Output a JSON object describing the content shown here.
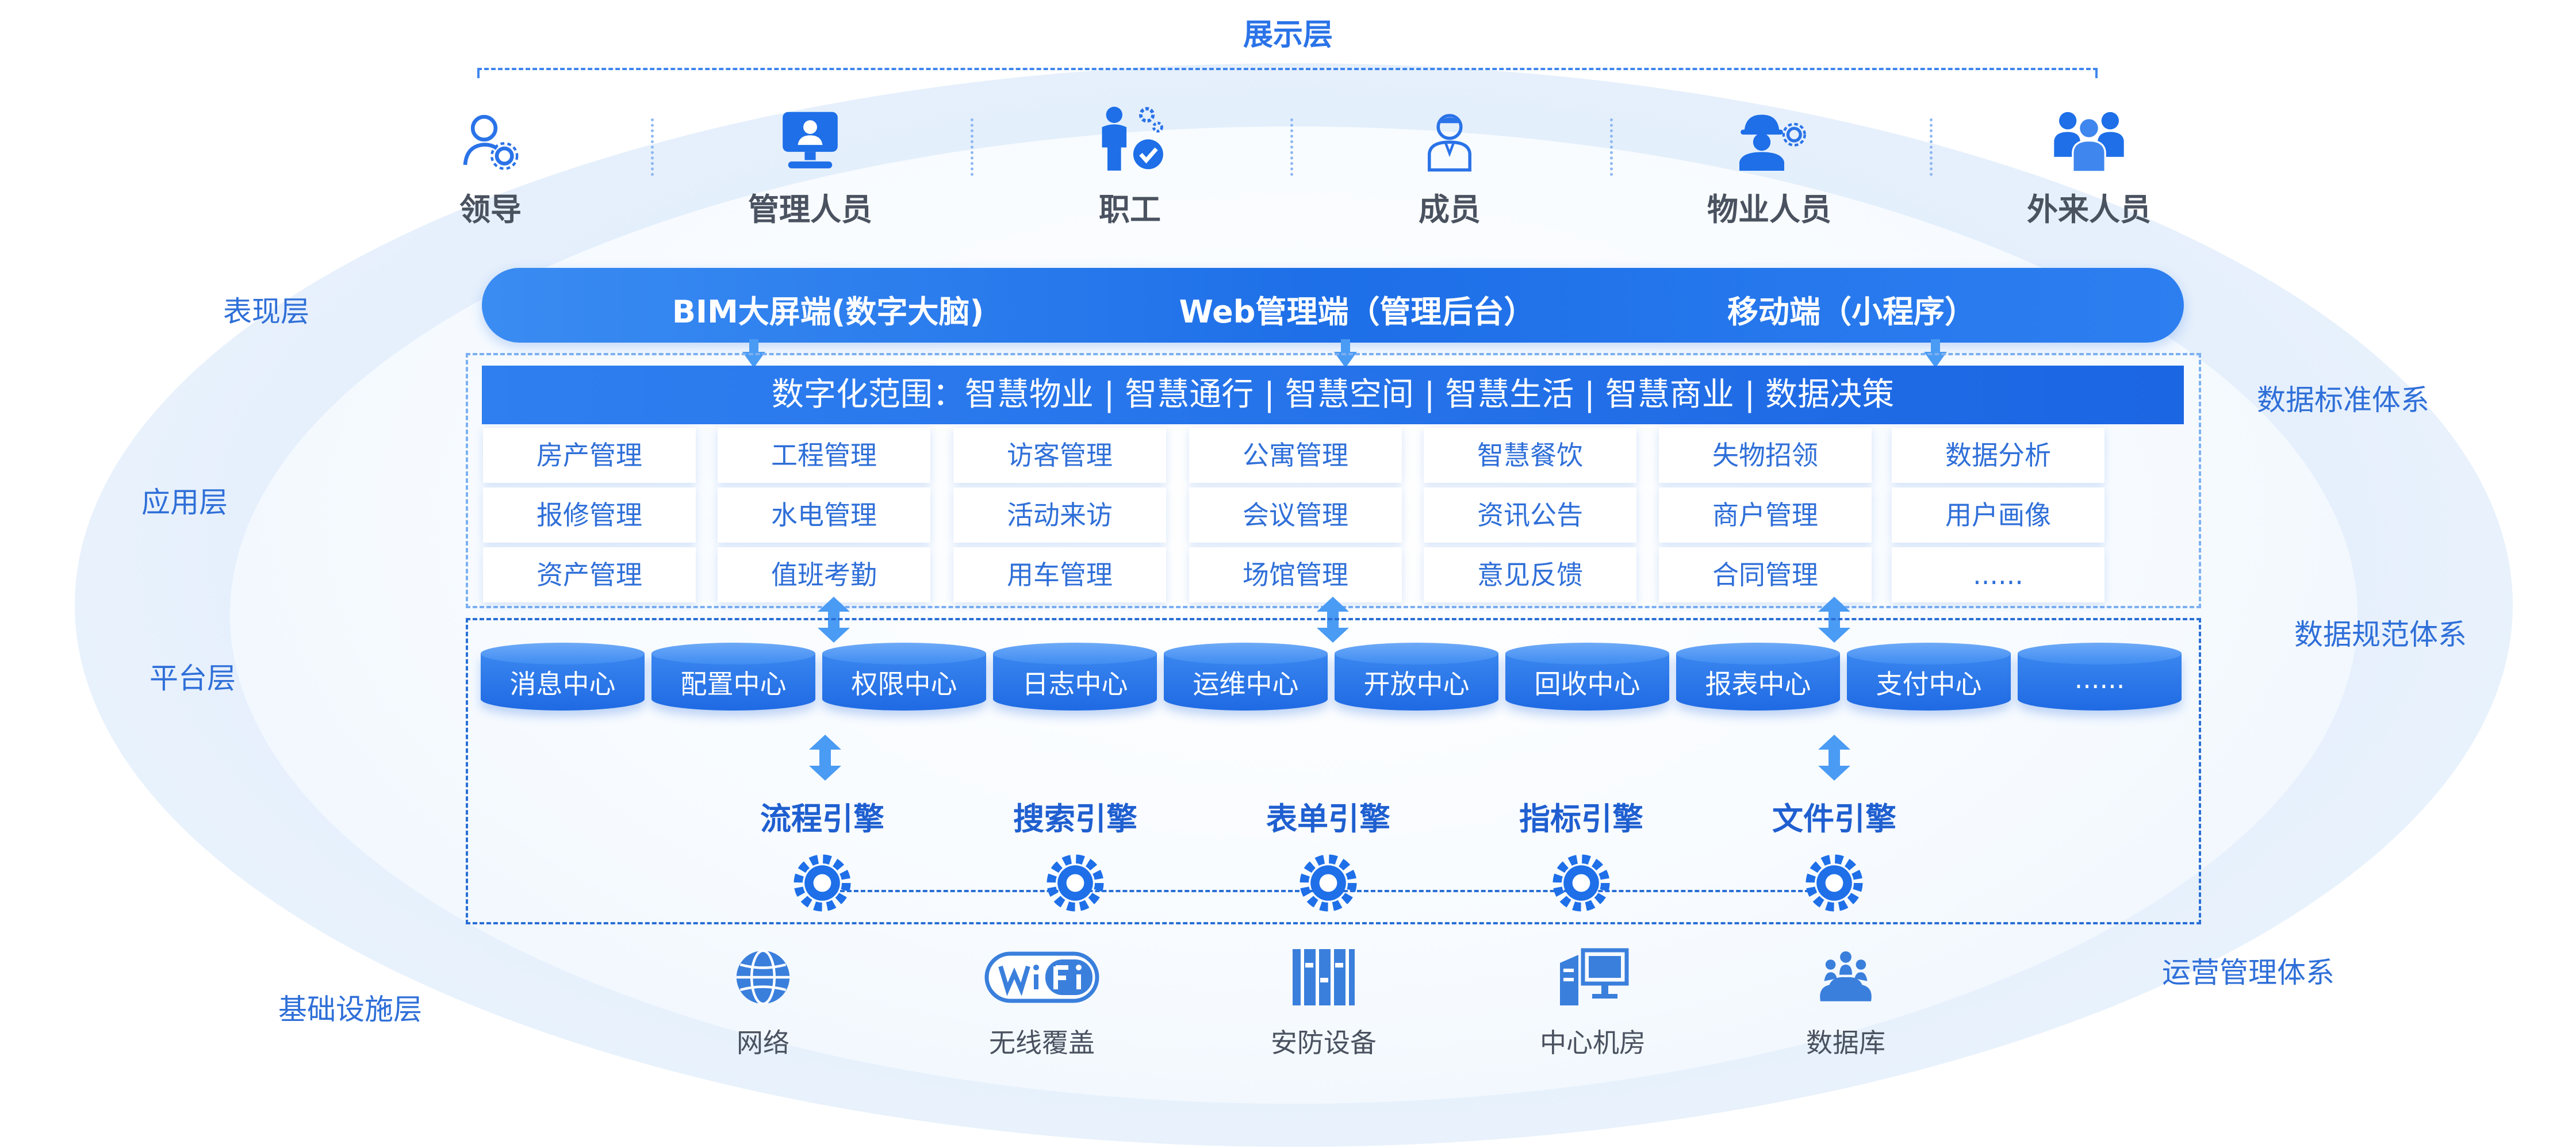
{
  "display_layer": {
    "title": "展示层"
  },
  "side_labels": {
    "presentation": "表现层",
    "application": "应用层",
    "platform": "平台层",
    "infrastructure": "基础设施层",
    "data_standard": "数据标准体系",
    "data_spec": "数据规范体系",
    "operations": "运营管理体系"
  },
  "roles": [
    {
      "label": "领导",
      "icon": "leader-icon"
    },
    {
      "label": "管理人员",
      "icon": "manager-icon"
    },
    {
      "label": "职工",
      "icon": "staff-icon"
    },
    {
      "label": "成员",
      "icon": "member-icon"
    },
    {
      "label": "物业人员",
      "icon": "property-staff-icon"
    },
    {
      "label": "外来人员",
      "icon": "visitors-icon"
    }
  ],
  "terminals": [
    "BIM大屏端(数字大脑)",
    "Web管理端（管理后台）",
    "移动端（小程序）"
  ],
  "scope": "数字化范围：智慧物业 | 智慧通行 | 智慧空间 | 智慧生活 | 智慧商业 | 数据决策",
  "app_columns": [
    [
      "房产管理",
      "报修管理",
      "资产管理"
    ],
    [
      "工程管理",
      "水电管理",
      "值班考勤"
    ],
    [
      "访客管理",
      "活动来访",
      "用车管理"
    ],
    [
      "公寓管理",
      "会议管理",
      "场馆管理"
    ],
    [
      "智慧餐饮",
      "资讯公告",
      "意见反馈"
    ],
    [
      "失物招领",
      "商户管理",
      "合同管理"
    ],
    [
      "数据分析",
      "用户画像",
      "......"
    ]
  ],
  "centers": [
    "消息中心",
    "配置中心",
    "权限中心",
    "日志中心",
    "运维中心",
    "开放中心",
    "回收中心",
    "报表中心",
    "支付中心",
    "......"
  ],
  "engines": [
    "流程引擎",
    "搜索引擎",
    "表单引擎",
    "指标引擎",
    "文件引擎"
  ],
  "infrastructure": [
    {
      "label": "网络",
      "icon": "globe-icon"
    },
    {
      "label": "无线覆盖",
      "icon": "wifi-icon"
    },
    {
      "label": "安防设备",
      "icon": "security-device-icon"
    },
    {
      "label": "中心机房",
      "icon": "server-room-icon"
    },
    {
      "label": "数据库",
      "icon": "database-icon"
    }
  ],
  "colors": {
    "primary": "#1e6fe8",
    "accent": "#2a73e8",
    "text": "#4a5260",
    "light_bg": "#e6f0fc"
  }
}
